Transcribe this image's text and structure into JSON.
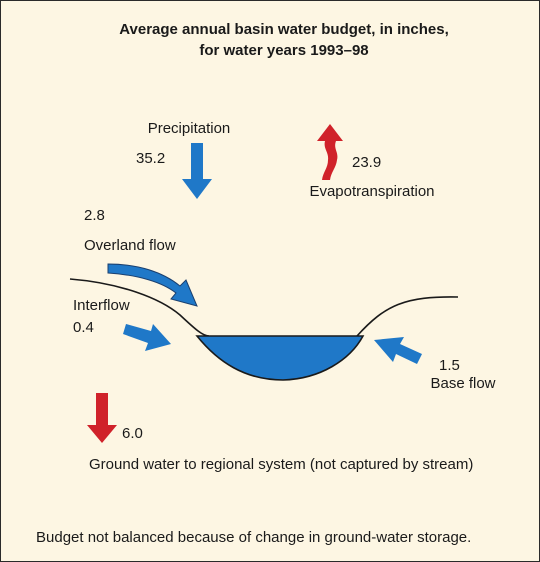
{
  "title": {
    "line1": "Average annual basin water budget, in inches,",
    "line2": "for water years 1993–98"
  },
  "components": {
    "precipitation": {
      "label": "Precipitation",
      "value": "35.2",
      "direction": "in",
      "color": "#1f78c8"
    },
    "evapotranspiration": {
      "label": "Evapotranspiration",
      "value": "23.9",
      "direction": "out",
      "color": "#d0222a"
    },
    "overland_flow": {
      "label": "Overland flow",
      "value": "2.8",
      "direction": "in",
      "color": "#1f78c8"
    },
    "interflow": {
      "label": "Interflow",
      "value": "0.4",
      "direction": "in",
      "color": "#1f78c8"
    },
    "base_flow": {
      "label": "Base flow",
      "value": "1.5",
      "direction": "in",
      "color": "#1f78c8"
    },
    "regional_groundwater": {
      "label": "Ground water to regional system (not captured by stream)",
      "value": "6.0",
      "direction": "out",
      "color": "#d0222a"
    }
  },
  "footnote": "Budget not balanced because of change in ground-water storage.",
  "colors": {
    "background": "#fdf6e3",
    "inflow": "#1f78c8",
    "outflow": "#d0222a",
    "water": "#1f78c8"
  }
}
